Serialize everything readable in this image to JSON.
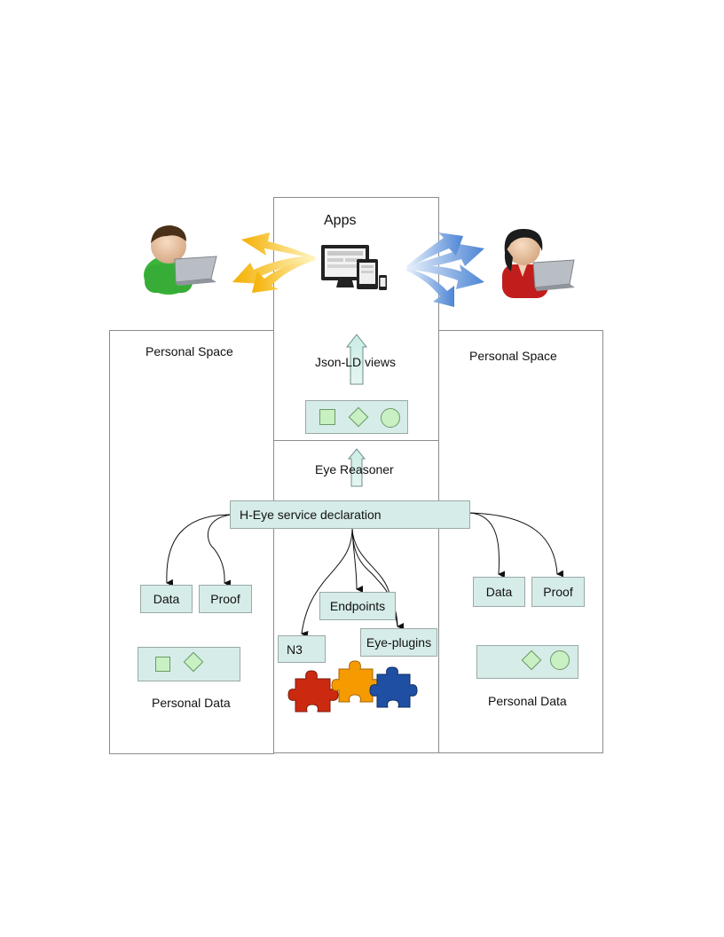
{
  "apps": {
    "title": "Apps"
  },
  "jsonld": {
    "label": "Json-LD views"
  },
  "reasoner": {
    "label": "Eye Reasoner"
  },
  "service": {
    "label": "H-Eye service declaration"
  },
  "left_space": {
    "title": "Personal Space",
    "data": "Data",
    "proof": "Proof",
    "personal_data": "Personal Data"
  },
  "right_space": {
    "title": "Personal Space",
    "data": "Data",
    "proof": "Proof",
    "personal_data": "Personal Data"
  },
  "plugins": {
    "n3": "N3",
    "endpoints": "Endpoints",
    "eye_plugins": "Eye-plugins"
  },
  "colors": {
    "box_fill": "#d6ece9",
    "shape_fill": "#c9f0c2",
    "left_arrow": "#f5b800",
    "right_arrow": "#5b8fd6"
  }
}
